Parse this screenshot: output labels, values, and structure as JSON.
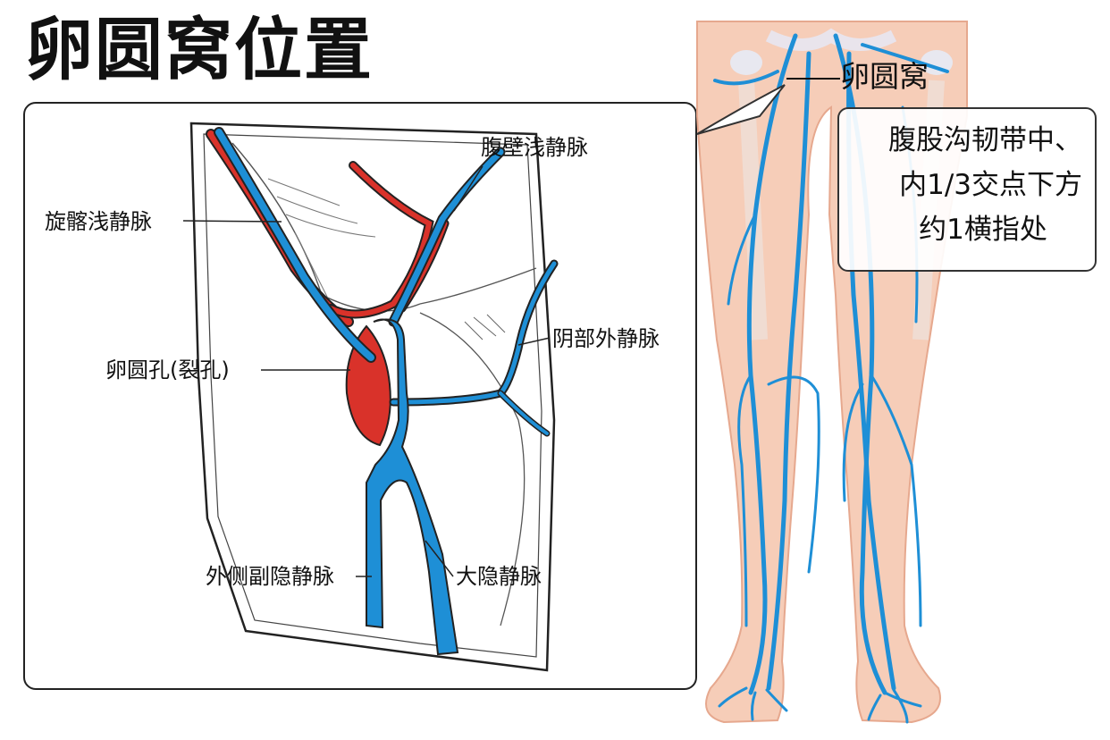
{
  "title": "卵圆窝位置",
  "labels": {
    "superficial_epigastric_vein": "腹壁浅静脉",
    "superficial_circumflex_iliac_vein": "旋髂浅静脉",
    "external_pudendal_vein": "阴部外静脉",
    "saphenous_opening": "卵圆孔(裂孔)",
    "accessory_saphenous_vein": "外侧副隐静脉",
    "great_saphenous_vein": "大隐静脉"
  },
  "leg_label": "卵圆窝",
  "callout": {
    "line1": "腹股沟韧带中、",
    "line2": "内1/3交点下方",
    "line3": "约1横指处"
  },
  "colors": {
    "vein": "#1e8fd6",
    "artery": "#d9322a",
    "skin": "#f6cdb8",
    "outline": "#222222"
  }
}
